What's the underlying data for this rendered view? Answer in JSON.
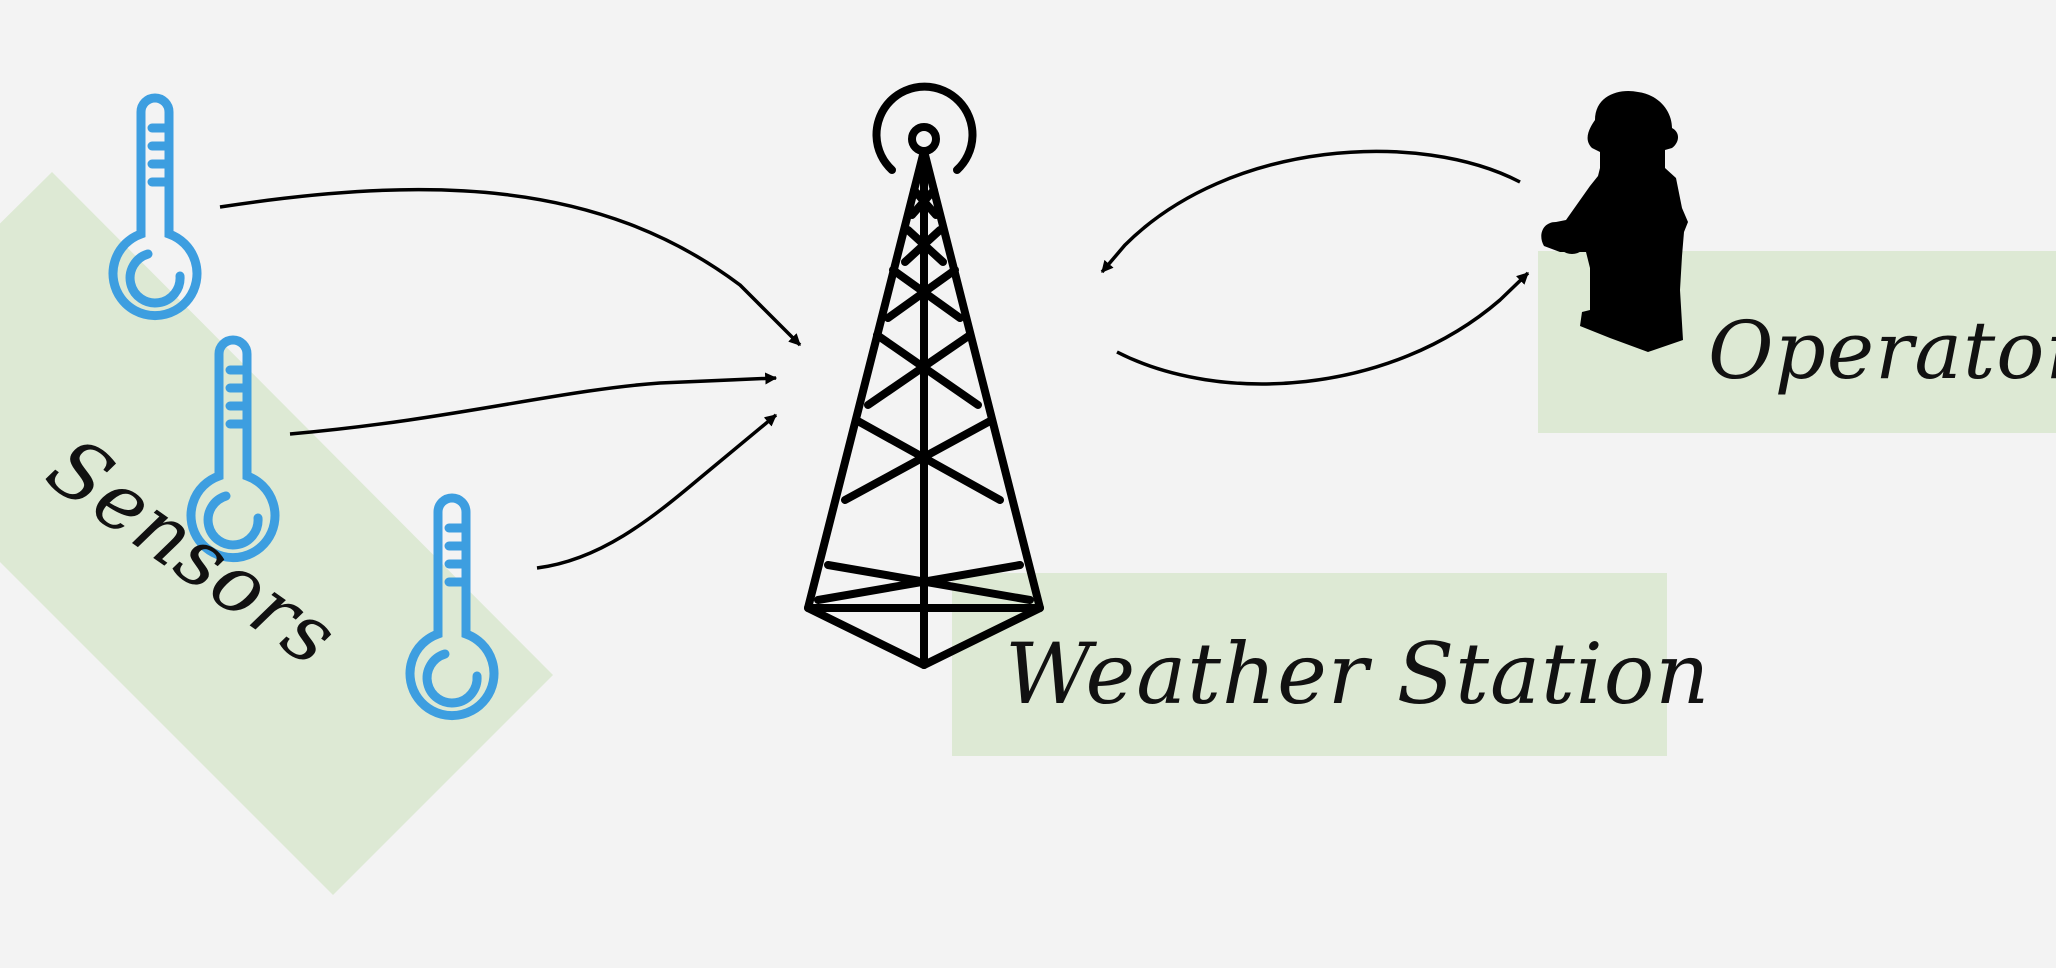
{
  "labels": {
    "sensors": "Sensors",
    "weather_station": "Weather Station",
    "operator": "Operator"
  },
  "colors": {
    "background": "#f3f3f3",
    "highlight_box": "#dde9d4",
    "thermometer": "#3d9ee0",
    "ink": "#000000"
  },
  "icons": {
    "sensors": [
      "thermometer-icon",
      "thermometer-icon",
      "thermometer-icon"
    ],
    "station": "radio-tower-icon",
    "operator": "person-silhouette-icon"
  },
  "connections": [
    {
      "from": "sensor-1",
      "to": "weather-station"
    },
    {
      "from": "sensor-2",
      "to": "weather-station"
    },
    {
      "from": "sensor-3",
      "to": "weather-station"
    },
    {
      "from": "operator",
      "to": "weather-station"
    },
    {
      "from": "weather-station",
      "to": "operator"
    }
  ]
}
